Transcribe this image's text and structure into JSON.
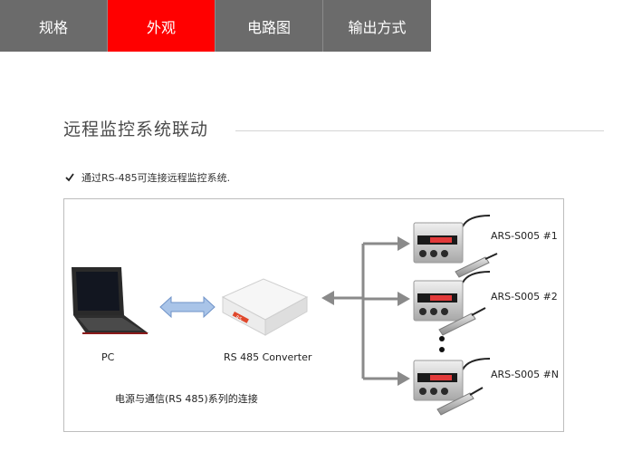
{
  "tabs": [
    {
      "label": "规格",
      "active": false
    },
    {
      "label": "外观",
      "active": true
    },
    {
      "label": "电路图",
      "active": false
    },
    {
      "label": "输出方式",
      "active": false
    }
  ],
  "section": {
    "title": "远程监控系统联动",
    "bullet": "通过RS-485可连接远程监控系统."
  },
  "diagram": {
    "pc_label": "PC",
    "converter_label": "RS 485 Converter",
    "caption": "电源与通信(RS 485)系列的连接",
    "device_labels": [
      "ARS-S005 #1",
      "ARS-S005 #2",
      "ARS-S005 #N"
    ],
    "converter_logo": "RS"
  },
  "colors": {
    "active_tab": "#ff0000",
    "inactive_tab": "#6b6b6b",
    "arrow_gray": "#8a8a8a",
    "pc_arrow_blue": "#a9c4e8"
  }
}
